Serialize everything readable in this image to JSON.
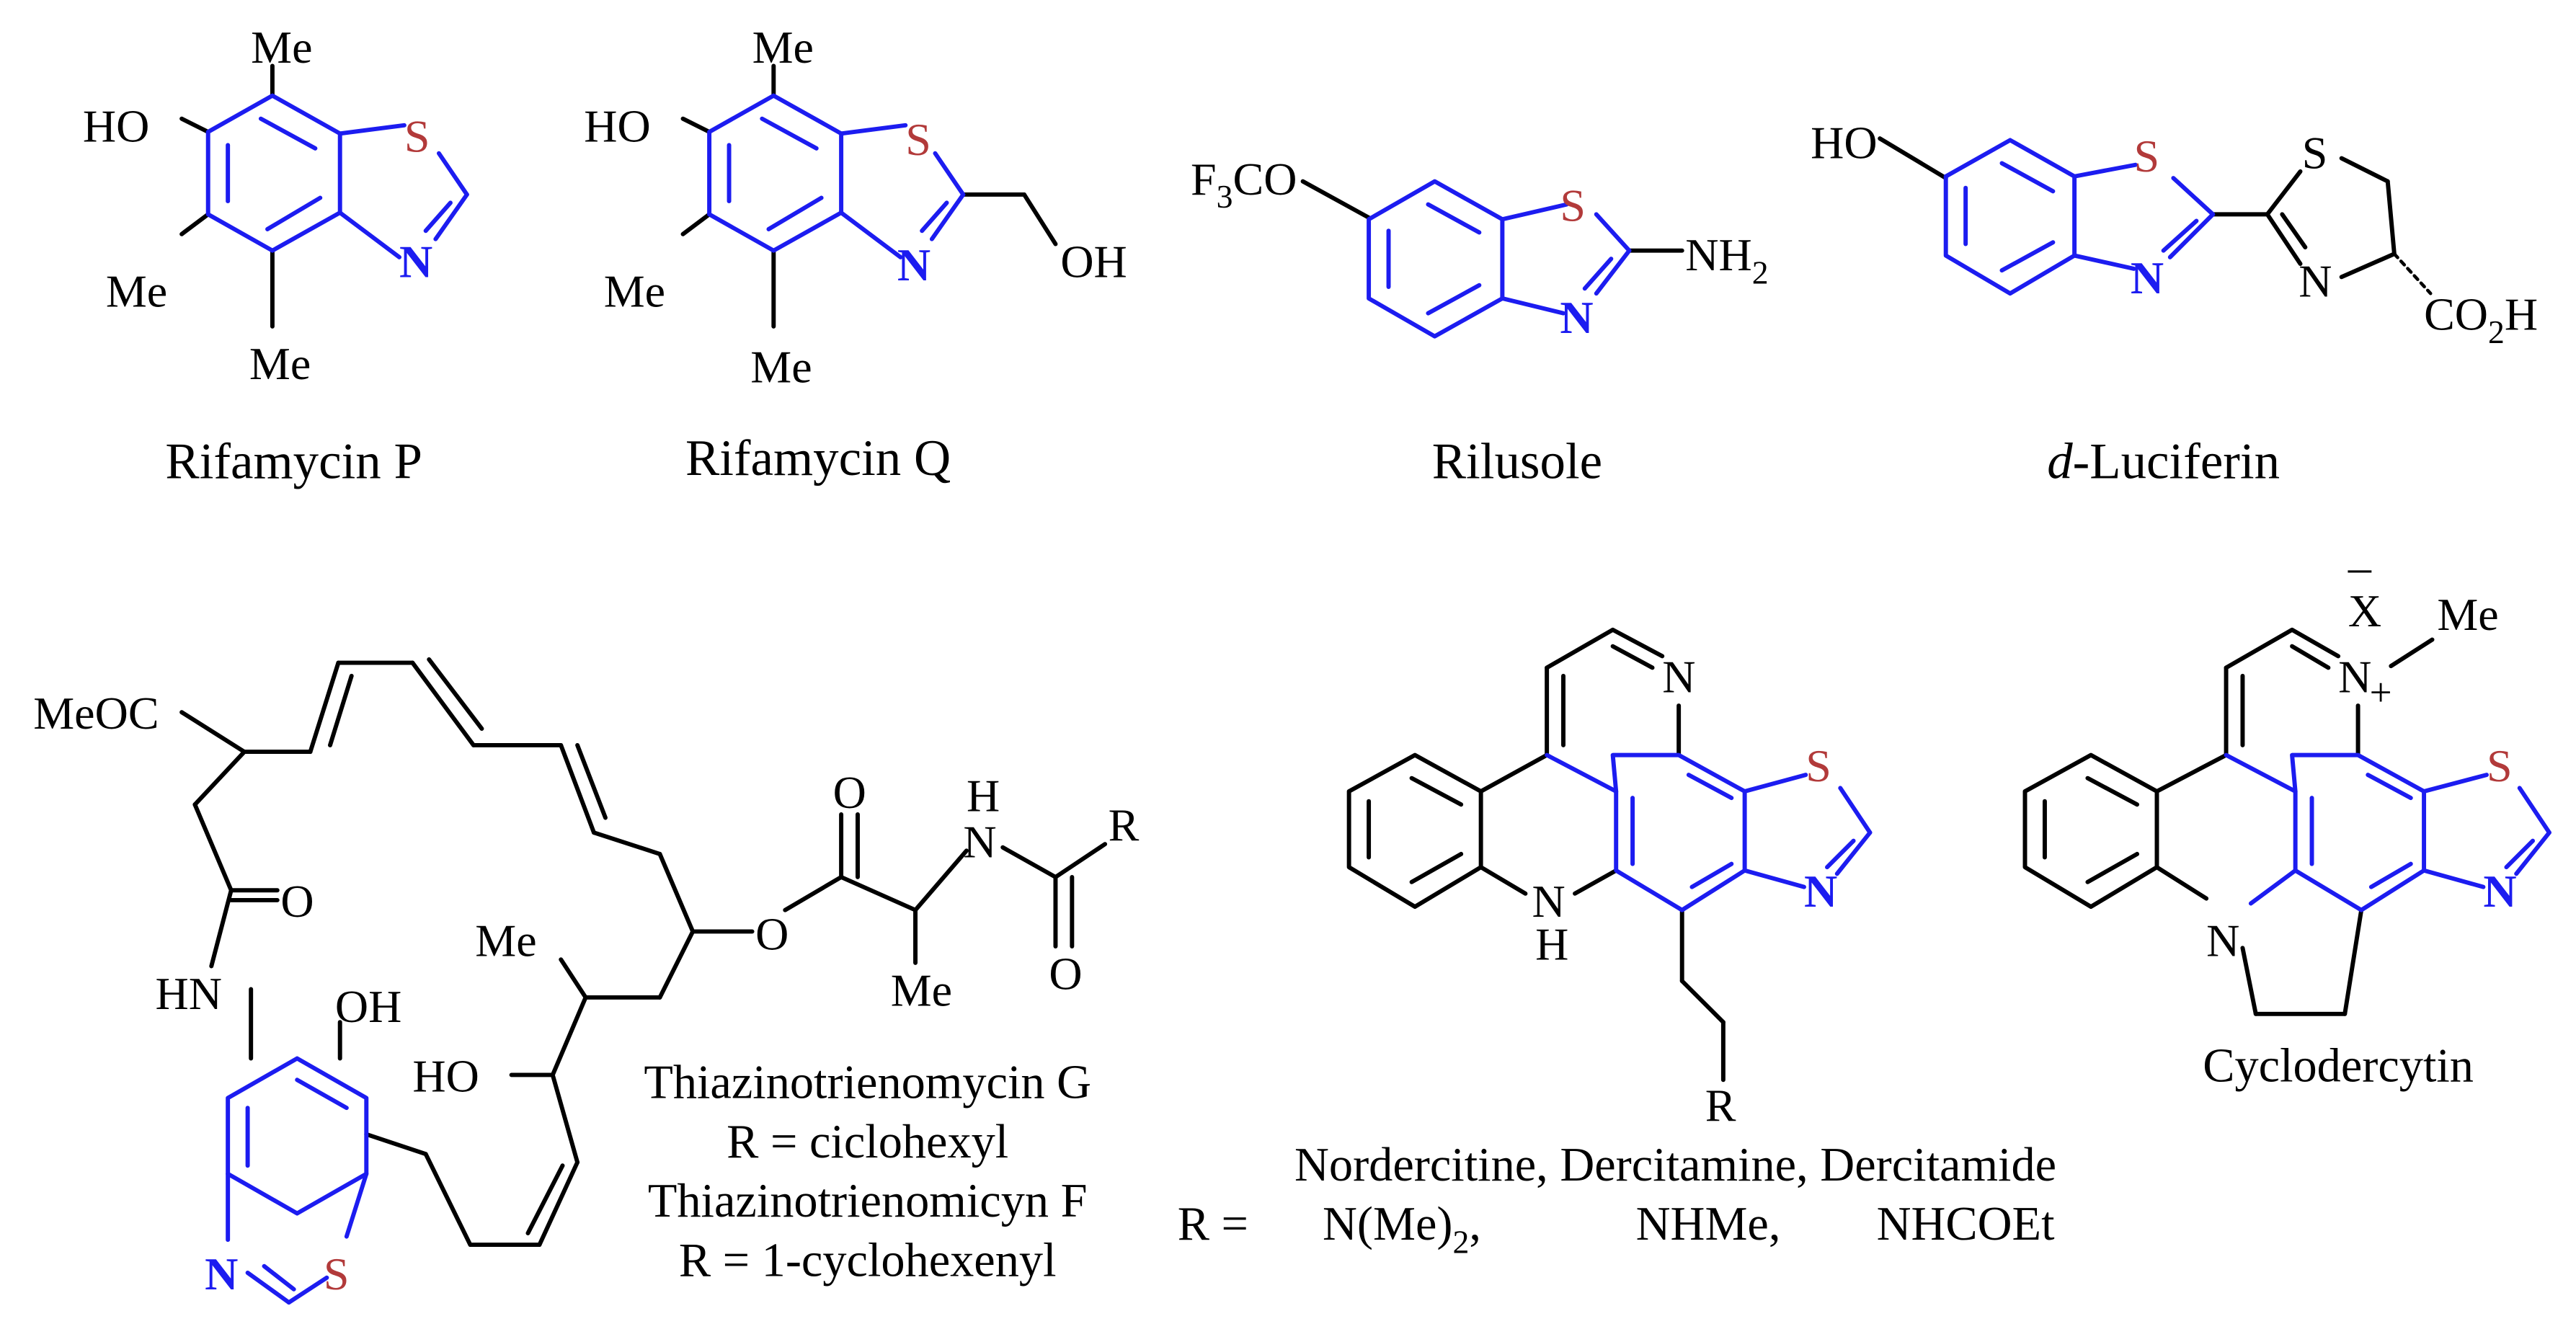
{
  "colors": {
    "black": "#000000",
    "blue": "#1c1cf0",
    "sulfur": "#b23a3a"
  },
  "labels": {
    "s": "S",
    "n": "N",
    "n_plus": "N+",
    "me": "Me",
    "ho": "HO",
    "oh": "OH",
    "o": "O",
    "h": "H",
    "r": "R",
    "hn": "HN",
    "nh2": "NH",
    "nh2_sub": "2",
    "f3co_f": "F",
    "f3co_sub": "3",
    "f3co_co": "CO",
    "co2h_co": "CO",
    "co2h_sub": "2",
    "co2h_h": "H",
    "meoc": "MeOC",
    "x": "X",
    "x_charge": "–"
  },
  "captions": {
    "rifamycin_p": "Rifamycin P",
    "rifamycin_q": "Rifamycin Q",
    "rilusole": "Rilusole",
    "luciferin_prefix": "d",
    "luciferin_rest": "-Luciferin",
    "thiazino_g": "Thiazinotrienomycin G",
    "thiazino_g_r": "R = ciclohexyl",
    "thiazino_f": "Thiazinotrienomicyn F",
    "thiazino_f_r": "R = 1-cyclohexenyl",
    "dercitine_names": "Nordercitine, Dercitamine, Dercitamide",
    "dercitine_r": "R =",
    "dercitine_r1": "N(Me)",
    "dercitine_r1_sub": "2",
    "dercitine_r1_comma": ",",
    "dercitine_r2": "NHMe,",
    "dercitine_r3": "NHCOEt",
    "cyclodercytin": "Cyclodercytin"
  }
}
